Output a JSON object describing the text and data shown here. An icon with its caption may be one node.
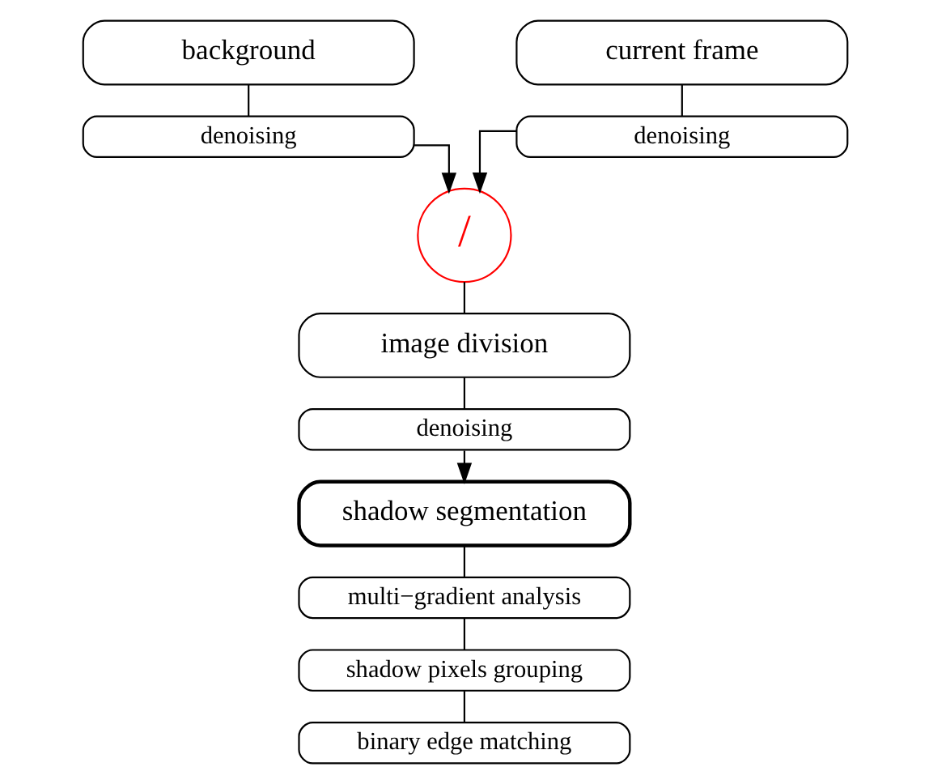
{
  "diagram": {
    "nodes": [
      {
        "text": [
          "background"
        ]
      },
      {
        "text": [
          "denoising"
        ]
      },
      {
        "text": [
          "current frame"
        ]
      },
      {
        "text": [
          "denoising"
        ]
      },
      {
        "text": [
          "/"
        ]
      },
      {
        "text": [
          "image division"
        ]
      },
      {
        "text": [
          "denoising"
        ]
      },
      {
        "text": [
          "shadow segmentation"
        ]
      },
      {
        "text": [
          "multi−gradient analysis"
        ]
      },
      {
        "text": [
          "shadow pixels grouping"
        ]
      },
      {
        "text": [
          "binary edge matching"
        ]
      }
    ],
    "edges": [
      {
        "from": 0,
        "to": 1,
        "arrow": "none"
      },
      {
        "from": 2,
        "to": 3,
        "arrow": "none"
      },
      {
        "from": 1,
        "to": 4,
        "arrow": "to"
      },
      {
        "from": 3,
        "to": 4,
        "arrow": "to"
      },
      {
        "from": 4,
        "to": 5,
        "arrow": "none"
      },
      {
        "from": 5,
        "to": 6,
        "arrow": "none"
      },
      {
        "from": 6,
        "to": 7,
        "arrow": "to"
      },
      {
        "from": 7,
        "to": 8,
        "arrow": "none"
      },
      {
        "from": 8,
        "to": 9,
        "arrow": "none"
      },
      {
        "from": 9,
        "to": 10,
        "arrow": "none"
      }
    ]
  }
}
